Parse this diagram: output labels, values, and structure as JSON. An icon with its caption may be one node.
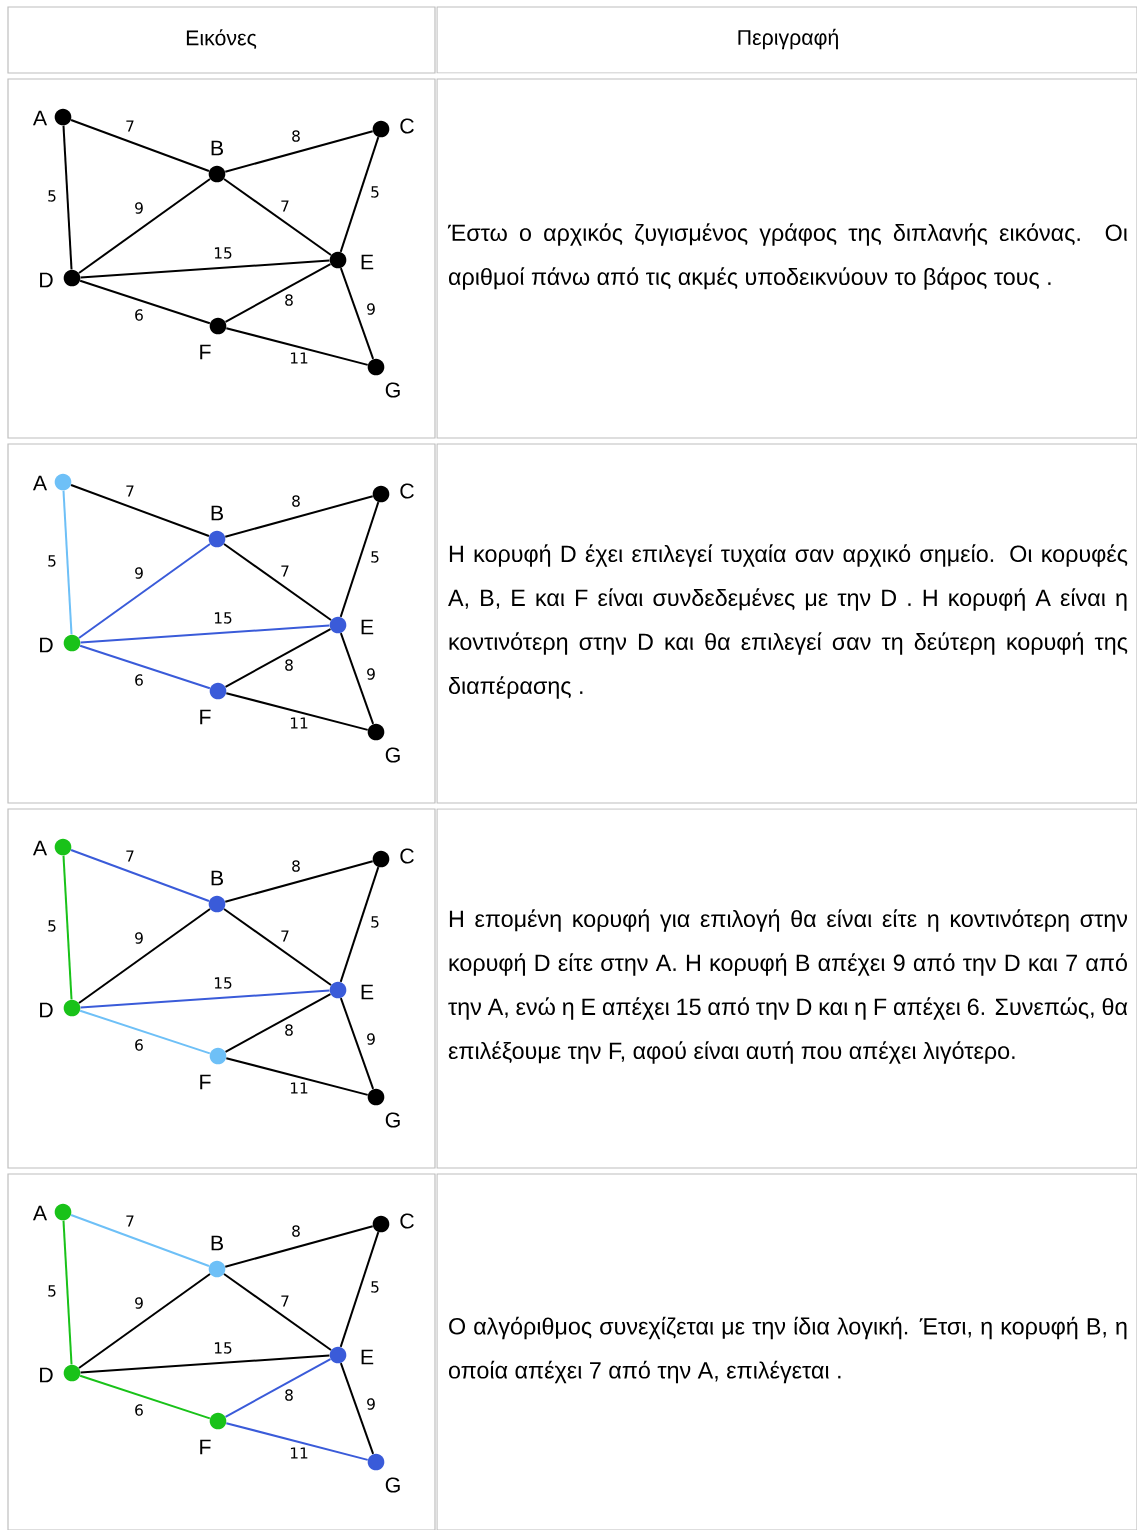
{
  "diagram": {
    "nodes": [
      {
        "text": [],
        "shape": "circle",
        "beside": [
          "A"
        ]
      },
      {
        "text": [],
        "shape": "circle",
        "beside": [
          "B"
        ]
      },
      {
        "text": [],
        "shape": "circle",
        "beside": [
          "C"
        ]
      },
      {
        "text": [],
        "shape": "circle",
        "beside": [
          "D"
        ]
      },
      {
        "text": [],
        "shape": "circle",
        "beside": [
          "E"
        ]
      },
      {
        "text": [],
        "shape": "circle",
        "beside": [
          "F"
        ]
      },
      {
        "text": [],
        "shape": "circle",
        "beside": [
          "G"
        ]
      },
      {
        "text": [],
        "shape": "circle",
        "beside": [
          "A"
        ]
      },
      {
        "text": [],
        "shape": "circle",
        "beside": [
          "B"
        ]
      },
      {
        "text": [],
        "shape": "circle",
        "beside": [
          "C"
        ]
      },
      {
        "text": [],
        "shape": "circle",
        "beside": [
          "D"
        ]
      },
      {
        "text": [],
        "shape": "circle",
        "beside": [
          "E"
        ]
      },
      {
        "text": [],
        "shape": "circle",
        "beside": [
          "F"
        ]
      },
      {
        "text": [],
        "shape": "circle",
        "beside": [
          "G"
        ]
      },
      {
        "text": [],
        "shape": "circle",
        "beside": [
          "A"
        ]
      },
      {
        "text": [],
        "shape": "circle",
        "beside": [
          "B"
        ]
      },
      {
        "text": [],
        "shape": "circle",
        "beside": [
          "C"
        ]
      },
      {
        "text": [],
        "shape": "circle",
        "beside": [
          "D"
        ]
      },
      {
        "text": [],
        "shape": "circle",
        "beside": [
          "E"
        ]
      },
      {
        "text": [],
        "shape": "circle",
        "beside": [
          "F"
        ]
      },
      {
        "text": [],
        "shape": "circle",
        "beside": [
          "G"
        ]
      },
      {
        "text": [],
        "shape": "circle",
        "beside": [
          "A"
        ]
      },
      {
        "text": [],
        "shape": "circle",
        "beside": [
          "B"
        ]
      },
      {
        "text": [],
        "shape": "circle",
        "beside": [
          "C"
        ]
      },
      {
        "text": [],
        "shape": "circle",
        "beside": [
          "D"
        ]
      },
      {
        "text": [],
        "shape": "circle",
        "beside": [
          "E"
        ]
      },
      {
        "text": [],
        "shape": "circle",
        "beside": [
          "F"
        ]
      },
      {
        "text": [],
        "shape": "circle",
        "beside": [
          "G"
        ]
      }
    ],
    "edges": [
      {
        "from": 0,
        "to": 1,
        "arrow": "none",
        "label": "7"
      },
      {
        "from": 0,
        "to": 3,
        "arrow": "none",
        "label": "5"
      },
      {
        "from": 1,
        "to": 2,
        "arrow": "none",
        "label": "8"
      },
      {
        "from": 1,
        "to": 3,
        "arrow": "none",
        "label": "9"
      },
      {
        "from": 1,
        "to": 4,
        "arrow": "none",
        "label": "7"
      },
      {
        "from": 2,
        "to": 4,
        "arrow": "none",
        "label": "5"
      },
      {
        "from": 3,
        "to": 4,
        "arrow": "none",
        "label": "15"
      },
      {
        "from": 3,
        "to": 5,
        "arrow": "none",
        "label": "6"
      },
      {
        "from": 4,
        "to": 5,
        "arrow": "none",
        "label": "8"
      },
      {
        "from": 4,
        "to": 6,
        "arrow": "none",
        "label": "9"
      },
      {
        "from": 5,
        "to": 6,
        "arrow": "none",
        "label": "11"
      },
      {
        "from": 7,
        "to": 8,
        "arrow": "none",
        "label": "7"
      },
      {
        "from": 7,
        "to": 10,
        "arrow": "none",
        "label": "5",
        "color": "#6ec0f7"
      },
      {
        "from": 8,
        "to": 9,
        "arrow": "none",
        "label": "8"
      },
      {
        "from": 8,
        "to": 10,
        "arrow": "none",
        "label": "9",
        "color": "#3a5bd9"
      },
      {
        "from": 8,
        "to": 11,
        "arrow": "none",
        "label": "7"
      },
      {
        "from": 9,
        "to": 11,
        "arrow": "none",
        "label": "5"
      },
      {
        "from": 10,
        "to": 11,
        "arrow": "none",
        "label": "15",
        "color": "#3a5bd9"
      },
      {
        "from": 10,
        "to": 12,
        "arrow": "none",
        "label": "6",
        "color": "#3a5bd9"
      },
      {
        "from": 11,
        "to": 12,
        "arrow": "none",
        "label": "8"
      },
      {
        "from": 11,
        "to": 13,
        "arrow": "none",
        "label": "9"
      },
      {
        "from": 12,
        "to": 13,
        "arrow": "none",
        "label": "11"
      },
      {
        "from": 14,
        "to": 15,
        "arrow": "none",
        "label": "7",
        "color": "#3a5bd9"
      },
      {
        "from": 14,
        "to": 17,
        "arrow": "none",
        "label": "5",
        "color": "#19c219"
      },
      {
        "from": 15,
        "to": 16,
        "arrow": "none",
        "label": "8"
      },
      {
        "from": 15,
        "to": 17,
        "arrow": "none",
        "label": "9"
      },
      {
        "from": 15,
        "to": 18,
        "arrow": "none",
        "label": "7"
      },
      {
        "from": 16,
        "to": 18,
        "arrow": "none",
        "label": "5"
      },
      {
        "from": 17,
        "to": 18,
        "arrow": "none",
        "label": "15",
        "color": "#3a5bd9"
      },
      {
        "from": 17,
        "to": 19,
        "arrow": "none",
        "label": "6",
        "color": "#6ec0f7"
      },
      {
        "from": 18,
        "to": 19,
        "arrow": "none",
        "label": "8"
      },
      {
        "from": 18,
        "to": 20,
        "arrow": "none",
        "label": "9"
      },
      {
        "from": 19,
        "to": 20,
        "arrow": "none",
        "label": "11"
      },
      {
        "from": 21,
        "to": 22,
        "arrow": "none",
        "label": "7",
        "color": "#6ec0f7"
      },
      {
        "from": 21,
        "to": 24,
        "arrow": "none",
        "label": "5",
        "color": "#19c219"
      },
      {
        "from": 22,
        "to": 23,
        "arrow": "none",
        "label": "8"
      },
      {
        "from": 22,
        "to": 24,
        "arrow": "none",
        "label": "9"
      },
      {
        "from": 22,
        "to": 25,
        "arrow": "none",
        "label": "7"
      },
      {
        "from": 23,
        "to": 25,
        "arrow": "none",
        "label": "5"
      },
      {
        "from": 24,
        "to": 25,
        "arrow": "none",
        "label": "15"
      },
      {
        "from": 24,
        "to": 26,
        "arrow": "none",
        "label": "6",
        "color": "#19c219"
      },
      {
        "from": 25,
        "to": 26,
        "arrow": "none",
        "label": "8",
        "color": "#3a5bd9"
      },
      {
        "from": 25,
        "to": 27,
        "arrow": "none",
        "label": "9"
      },
      {
        "from": 26,
        "to": 27,
        "arrow": "none",
        "label": "11",
        "color": "#3a5bd9"
      }
    ],
    "labels": [
      "Εικόνες",
      "Περιγραφή",
      "Έστω ο αρχικός ζυγισμένος γράφος της διπλανής εικόνας. Οι αριθμοί πάνω από τις ακμές υποδεικνύουν το βάρος τους .",
      "Η κορυφή  D έχει επιλεγεί τυχαία σαν αρχικό σημείο. Οι κορυφές A, B, E και F είναι συνδεδεμένες με την D . Η κορυφή A είναι η κοντινότερη στην  D και θα επιλεγεί σαν τη δεύτερη κορυφή της διαπέρασης .",
      "Η επομένη κορυφή για επιλογή θα είναι είτε η κοντινότερη στην κορυφή D είτε στην A. Η κορυφή B απέχει  9 από την  D και 7 από την A, ενώ η E απέχει 15 από την  D και η F απέχει 6. Συνεπώς, θα επιλέξουμε την F, αφού είναι αυτή που απέχει λιγότερο.",
      "Ο αλγόριθμος συνεχίζεται με την ίδια λογική. Έτσι, η κορυφή  B, η οποία απέχει 7 από την A, επιλέγεται ."
    ]
  }
}
